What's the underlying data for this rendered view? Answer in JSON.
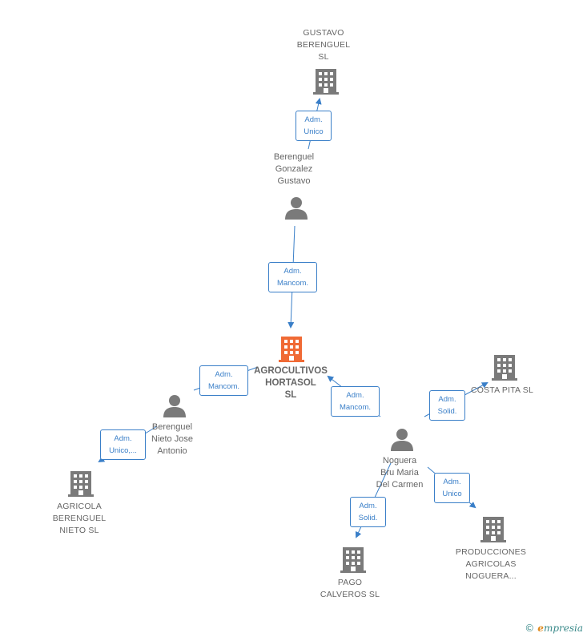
{
  "colors": {
    "company": "#7a7a7a",
    "main_company": "#f06a35",
    "person": "#7a7a7a",
    "edge": "#3a7fc8",
    "label": "#666666"
  },
  "nodes": {
    "gustavo_berenguel_sl": {
      "label": "GUSTAVO\nBERENGUEL\nSL",
      "type": "company"
    },
    "berenguel_gonzalez_gustavo": {
      "label": "Berenguel\nGonzalez\nGustavo",
      "type": "person"
    },
    "agrocultivos_hortasol_sl": {
      "label": "AGROCULTIVOS\nHORTASOL\nSL",
      "type": "main_company"
    },
    "berenguel_nieto_jose_antonio": {
      "label": "Berenguel\nNieto Jose\nAntonio",
      "type": "person"
    },
    "agricola_berenguel_nieto_sl": {
      "label": "AGRICOLA\nBERENGUEL\nNIETO SL",
      "type": "company"
    },
    "costa_pita_sl": {
      "label": "COSTA PITA SL",
      "type": "company"
    },
    "noguera_bru_maria_del_carmen": {
      "label": "Noguera\nBru Maria\nDel Carmen",
      "type": "person"
    },
    "pago_calveros_sl": {
      "label": "PAGO\nCALVEROS  SL",
      "type": "company"
    },
    "producciones_agricolas_noguera": {
      "label": "PRODUCCIONES\nAGRICOLAS\nNOGUERA...",
      "type": "company"
    }
  },
  "edges": [
    {
      "id": "e1",
      "label": "Adm.\nUnico"
    },
    {
      "id": "e2",
      "label": "Adm.\nMancom."
    },
    {
      "id": "e3",
      "label": "Adm.\nMancom."
    },
    {
      "id": "e4",
      "label": "Adm.\nUnico,..."
    },
    {
      "id": "e5",
      "label": "Adm.\nMancom."
    },
    {
      "id": "e6",
      "label": "Adm.\nSolid."
    },
    {
      "id": "e7",
      "label": "Adm.\nSolid."
    },
    {
      "id": "e8",
      "label": "Adm.\nUnico"
    }
  ],
  "footer": {
    "copyright": "©",
    "brand_e": "e",
    "brand_rest": "mpresia"
  }
}
